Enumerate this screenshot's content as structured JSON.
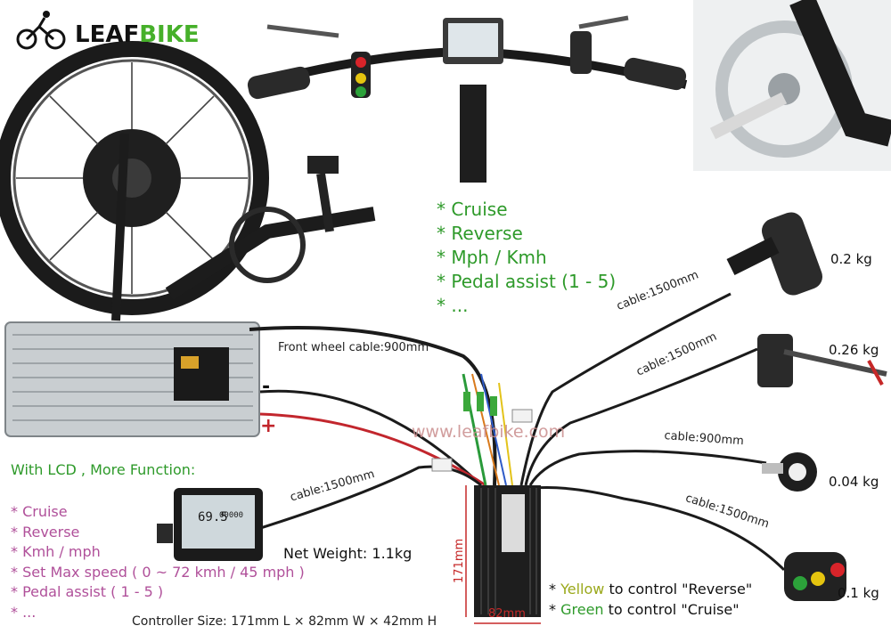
{
  "brand": {
    "part1": "LEAF",
    "part2": "BIKE"
  },
  "features_top": [
    "* Cruise",
    "* Reverse",
    "* Mph / Kmh",
    "* Pedal assist (1 - 5)",
    "* ..."
  ],
  "weights": {
    "throttle": "0.2 kg",
    "brake": "0.26 kg",
    "sensor": "0.04 kg",
    "switch": "0.1 kg"
  },
  "cables": {
    "front_wheel": "Front wheel cable:900mm",
    "throttle": "cable:1500mm",
    "brake": "cable:1500mm",
    "sensor": "cable:900mm",
    "switch": "cable:1500mm",
    "lcd": "cable:1500mm"
  },
  "battery": {
    "negative": "-",
    "positive": "+"
  },
  "watermark": "www.leafbike.com",
  "lcd_heading": "With LCD , More Function:",
  "features_lcd": [
    "* Cruise",
    "* Reverse",
    "* Kmh / mph",
    "* Set Max speed ( 0 ~ 72 kmh / 45 mph )",
    "* Pedal assist ( 1 - 5 )",
    "* ..."
  ],
  "lcd_screen": {
    "speed": "69.5",
    "odometer": "00000"
  },
  "net_weight": "Net Weight: 1.1kg",
  "controller_dims": {
    "height": "171mm",
    "width": "82mm"
  },
  "controller_size": "Controller Size: 171mm L × 82mm W × 42mm H",
  "notes": {
    "yellow": {
      "prefix": "* ",
      "color_word": "Yellow",
      "suffix": " to control \"Reverse\""
    },
    "green": {
      "prefix": "* ",
      "color_word": "Green",
      "suffix": " to control \"Cruise\""
    }
  },
  "colors": {
    "brand_green": "#46b02a",
    "feature_green": "#2e9a2a",
    "feature_pink": "#b0509a",
    "dimension_red": "#c62828"
  }
}
